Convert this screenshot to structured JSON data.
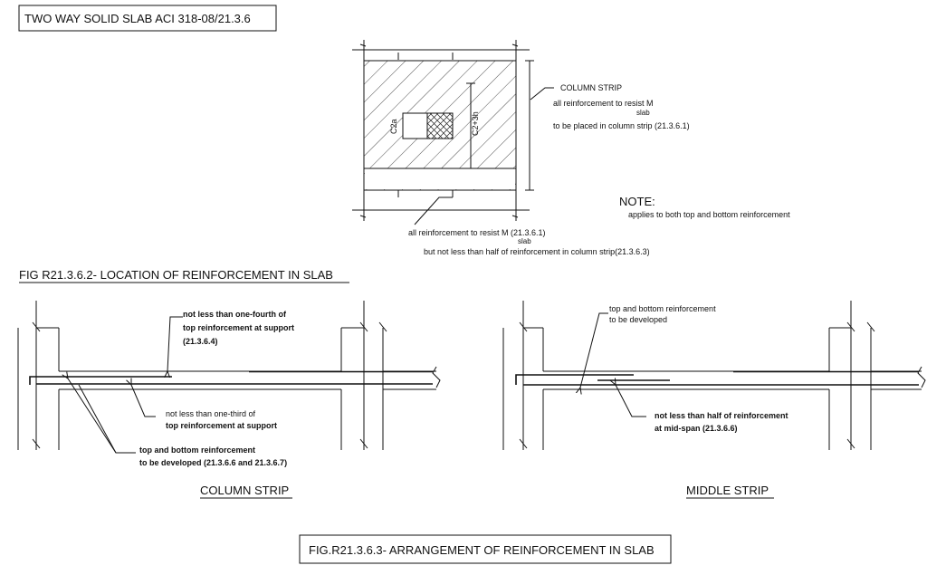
{
  "header": {
    "title": "TWO WAY SOLID SLAB ACI 318-08/21.3.6"
  },
  "plan": {
    "label_c2a": "C2a",
    "label_c2b": "C2+3h",
    "column_strip_title": "COLUMN STRIP",
    "column_strip_line1": "all reinforcement to resist  M",
    "column_strip_sub": "slab",
    "column_strip_line2": "to be placed in column strip (21.3.6.1)",
    "note_title": "NOTE:",
    "note_text": "applies to both top and bottom reinforcement",
    "bottom_line1": "all reinforcement to resist  M  (21.3.6.1)",
    "bottom_sub": "slab",
    "bottom_line2": "but not less than half of reinforcement in column strip(21.3.6.3)"
  },
  "fig1_caption": "FIG R21.3.6.2- LOCATION OF REINFORCEMENT IN SLAB",
  "column_strip": {
    "note1_l1": "not less than one-fourth of",
    "note1_l2": "top reinforcement at support",
    "note1_l3": "(21.3.6.4)",
    "note2_l1": "not less than one-third of",
    "note2_l2": "top reinforcement at support",
    "note3_l1": "top and bottom reinforcement",
    "note3_l2": "to be developed (21.3.6.6 and 21.3.6.7)",
    "caption": "COLUMN STRIP"
  },
  "middle_strip": {
    "note1_l1": "top and bottom reinforcement",
    "note1_l2": "to be developed",
    "note2_l1": "not less than half of reinforcement",
    "note2_l2": "at mid-span (21.3.6.6)",
    "caption": "MIDDLE STRIP"
  },
  "fig2_caption": "FIG.R21.3.6.3- ARRANGEMENT OF REINFORCEMENT IN SLAB"
}
